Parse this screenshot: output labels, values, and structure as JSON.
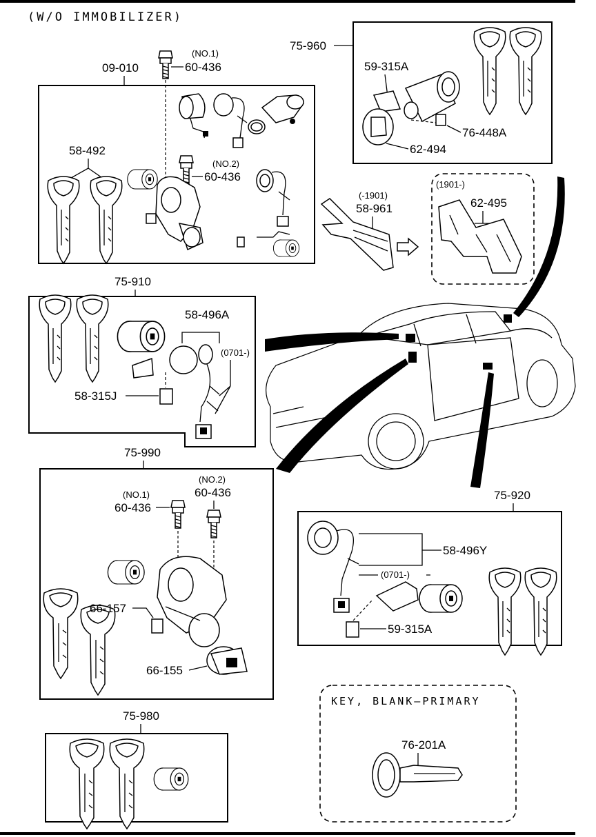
{
  "header": "(W/O  IMMOBILIZER)",
  "groups": {
    "g09010": {
      "code": "09-010",
      "bolt1_note": "(NO.1)",
      "bolt1_code": "60-436",
      "bolt2_note": "(NO.2)",
      "bolt2_code": "60-436",
      "key_code": "58-492"
    },
    "g75960": {
      "code": "75-960",
      "p1": "59-315A",
      "p2": "76-448A",
      "p3": "62-494"
    },
    "g58961": {
      "note": "(-1901)",
      "code": "58-961"
    },
    "g62495": {
      "note": "(1901-)",
      "code": "62-495"
    },
    "g75910": {
      "code": "75-910",
      "harness": "58-496A",
      "harness_note": "(0701-)",
      "bracket": "58-315J"
    },
    "g75990": {
      "code": "75-990",
      "bolt1_note": "(NO.1)",
      "bolt1_code": "60-436",
      "bolt2_note": "(NO.2)",
      "bolt2_code": "60-436",
      "p1": "66-157",
      "p2": "66-155"
    },
    "g75920": {
      "code": "75-920",
      "harness": "58-496Y",
      "harness_note": "(0701-)",
      "bracket": "59-315A"
    },
    "g75980": {
      "code": "75-980"
    },
    "blank": {
      "title": "KEY, BLANK–PRIMARY",
      "code": "76-201A"
    }
  }
}
